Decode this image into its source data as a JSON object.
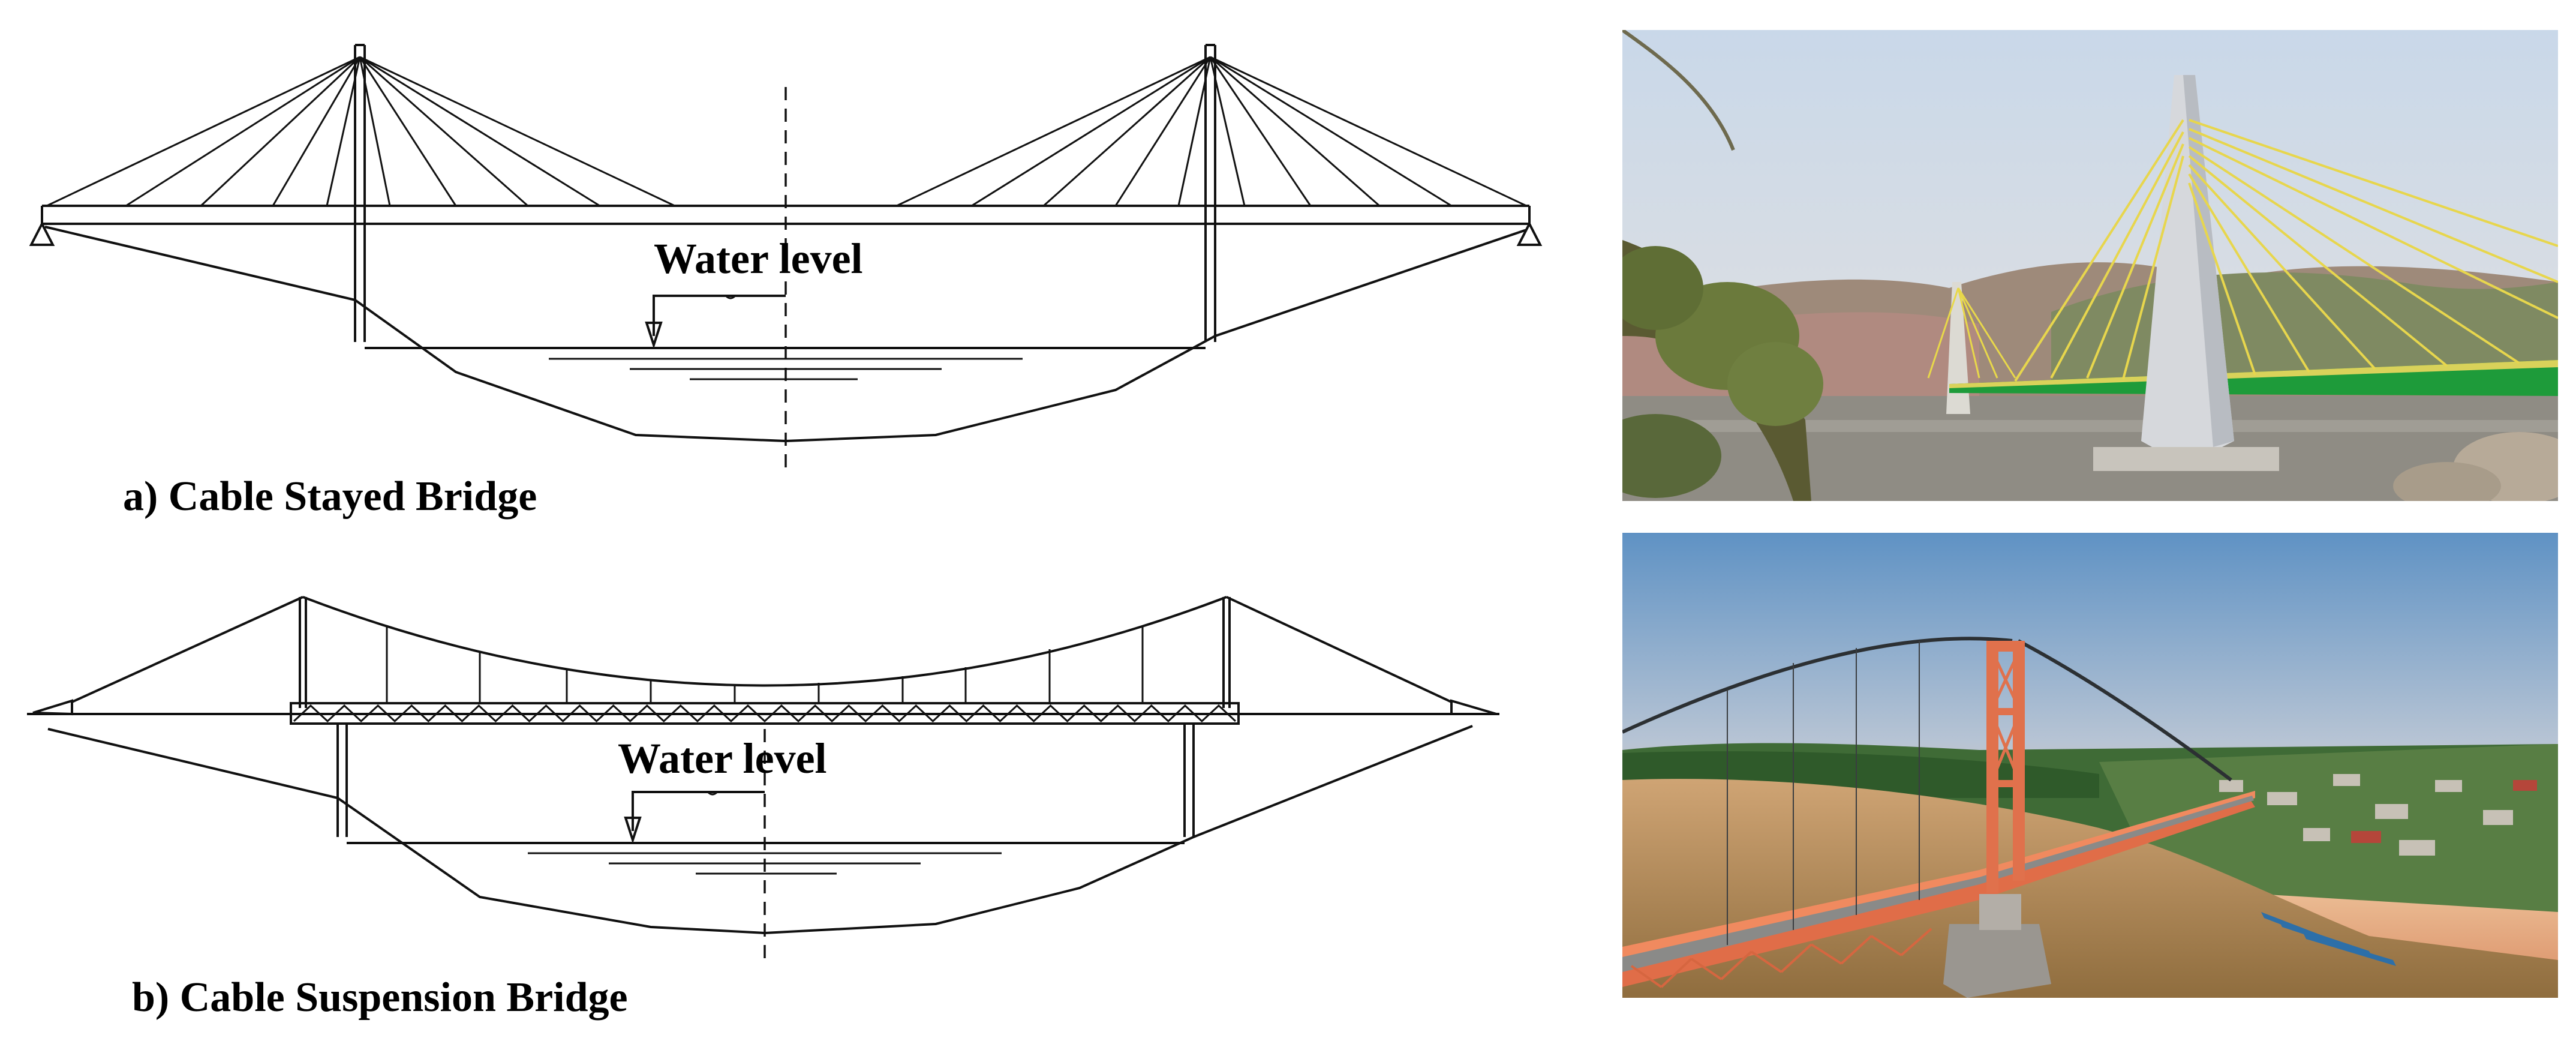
{
  "panels": [
    {
      "id": "a",
      "caption": "a) Cable Stayed Bridge",
      "water_label": "Water level"
    },
    {
      "id": "b",
      "caption": "b) Cable Suspension Bridge",
      "water_label": "Water level"
    }
  ],
  "photos": [
    {
      "subject": "cable-stayed-bridge-photo",
      "colors": {
        "sky": "#cfdbe8",
        "deck": "#1f9a3a",
        "cables": "#e8d84a",
        "pylon": "#d8dade",
        "river": "#8f8d86",
        "hills": "#a9857a"
      }
    },
    {
      "subject": "suspension-bridge-photo",
      "colors": {
        "sky_top": "#6f9ec9",
        "sky_bottom": "#e9c6a0",
        "bridge": "#e0714c",
        "river": "#b08a55",
        "trees": "#3d6e35"
      }
    }
  ]
}
